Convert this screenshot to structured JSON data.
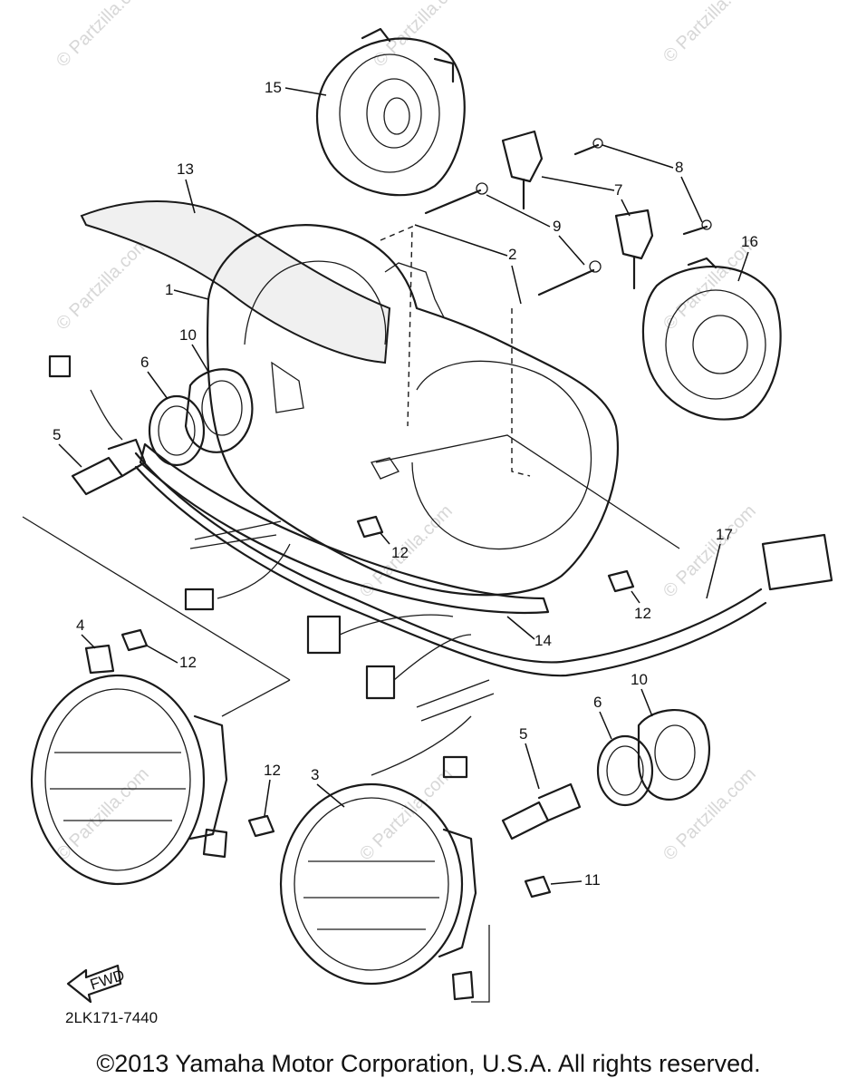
{
  "diagram_code": "2LK171-7440",
  "fwd_label": "FWD",
  "copyright": "©2013 Yamaha Motor Corporation, U.S.A. All rights reserved.",
  "watermarks": [
    "© Partzilla.com",
    "© Partzilla.com",
    "© Partzilla.com",
    "© Partzilla.com",
    "© Partzilla.com",
    "© Partzilla.com",
    "© Partzilla.com",
    "© Partzilla.com",
    "© Partzilla.com",
    "© Partzilla.com"
  ],
  "callouts": {
    "c1": "1",
    "c2": "2",
    "c3": "3",
    "c4": "4",
    "c5a": "5",
    "c5b": "5",
    "c6a": "6",
    "c6b": "6",
    "c7": "7",
    "c8": "8",
    "c9": "9",
    "c10a": "10",
    "c10b": "10",
    "c11": "11",
    "c12a": "12",
    "c12b": "12",
    "c12c": "12",
    "c12d": "12",
    "c13": "13",
    "c14": "14",
    "c15": "15",
    "c16": "16",
    "c17": "17"
  }
}
